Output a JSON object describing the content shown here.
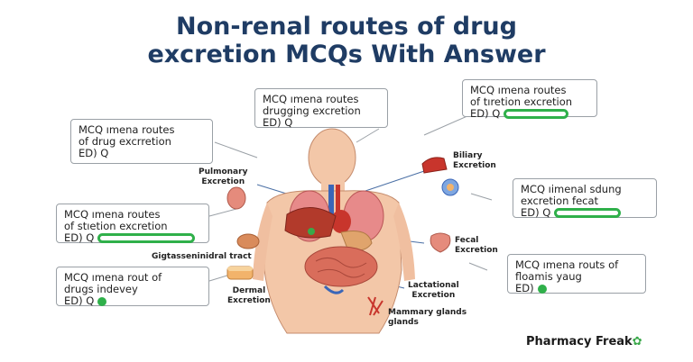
{
  "title": {
    "line1": "Non-renal routes of drug",
    "line2": "excretion MCQs With Answer"
  },
  "bubbles": [
    {
      "l1": "MCQ ımena routes",
      "l2": "of drug excrretion",
      "l3": "ED) Q"
    },
    {
      "l1": "MCQ ımena routes",
      "l2": "drugging excretion",
      "l3": "ED) Q"
    },
    {
      "l1": "MCQ ımena routes",
      "l2": "of tıretion excretion",
      "l3": "ED) Q"
    },
    {
      "l1": "MCQ ımena routes",
      "l2": "of stıetion excretion",
      "l3": "ED) Q"
    },
    {
      "l1": "MCQ ımena rout of",
      "l2": "drugs indevey",
      "l3": "ED) Q"
    },
    {
      "l1": "MCQ ıimenal sdung",
      "l2": "excretion fecat",
      "l3": "ED) Q"
    },
    {
      "l1": "MCQ ımena routs of",
      "l2": "floamis yaug",
      "l3": "ED)"
    }
  ],
  "labels": {
    "pulmonary": "Pulmonary\nExcretion",
    "biliary": "Biliary\nExcretion",
    "fecal": "Fecal\nExcretion",
    "gi": "Gigtasseninidral tract",
    "dermal": "Dermal\nExcretion",
    "lactational": "Lactational\nExcretion",
    "mammary": "Mammary glands\nglands"
  },
  "logo": {
    "text": "Pharmacy",
    "text2": "Freak"
  },
  "colors": {
    "title": "#1f3c64",
    "accent_green": "#2fb04a",
    "skin": "#f3c7a8",
    "liver": "#b23a2b"
  }
}
